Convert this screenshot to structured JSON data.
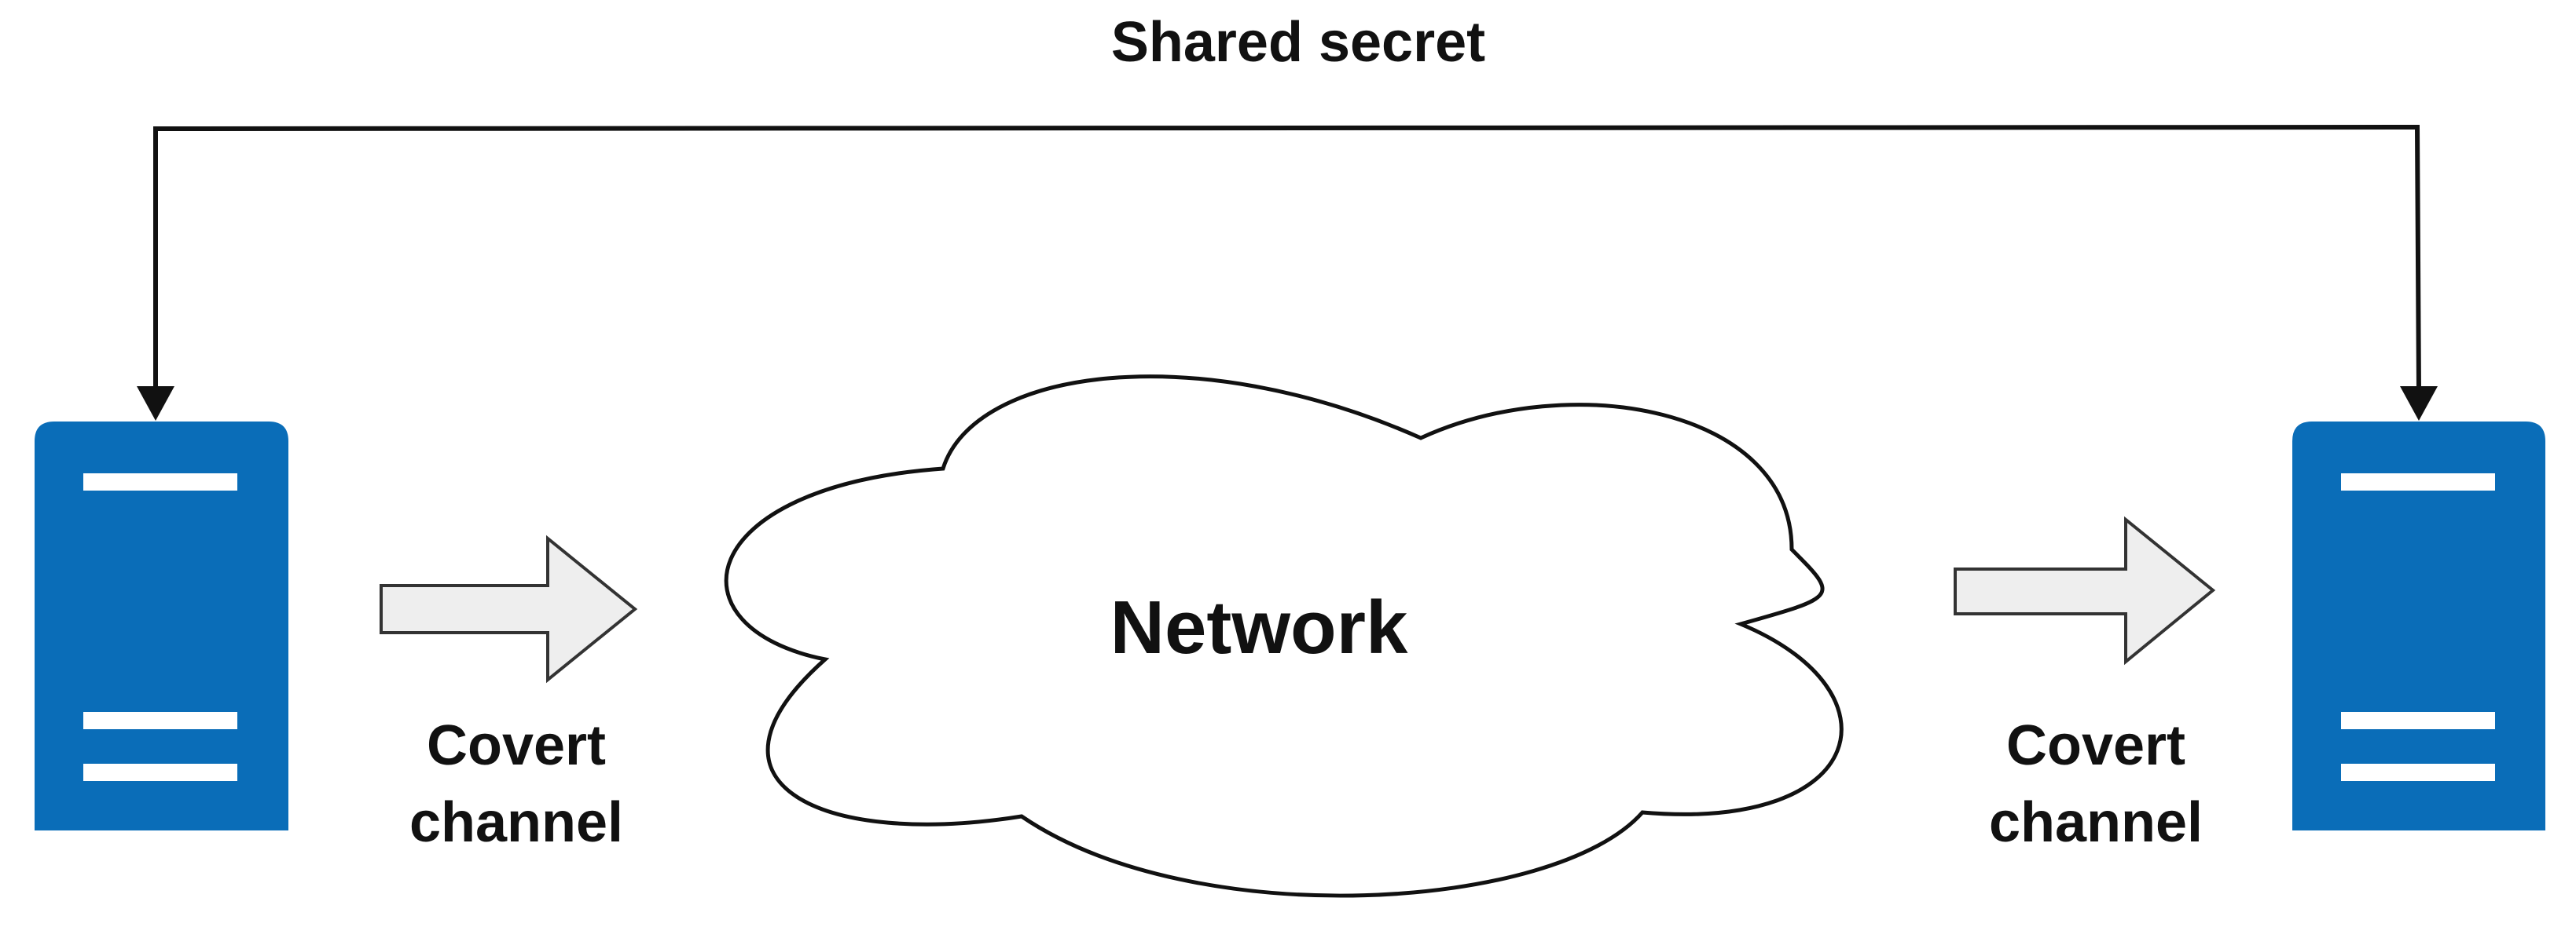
{
  "diagram": {
    "shared_secret_label": "Shared secret",
    "network_label": "Network",
    "left_channel": {
      "line1": "Covert",
      "line2": "channel"
    },
    "right_channel": {
      "line1": "Covert",
      "line2": "channel"
    }
  },
  "colors": {
    "server_fill": "#0a6db8",
    "server_slot": "#ffffff",
    "arrow_fill": "#eeeeee",
    "line": "#111111"
  },
  "icons": {
    "left_node": "server-icon",
    "right_node": "server-icon",
    "network": "cloud-icon"
  }
}
